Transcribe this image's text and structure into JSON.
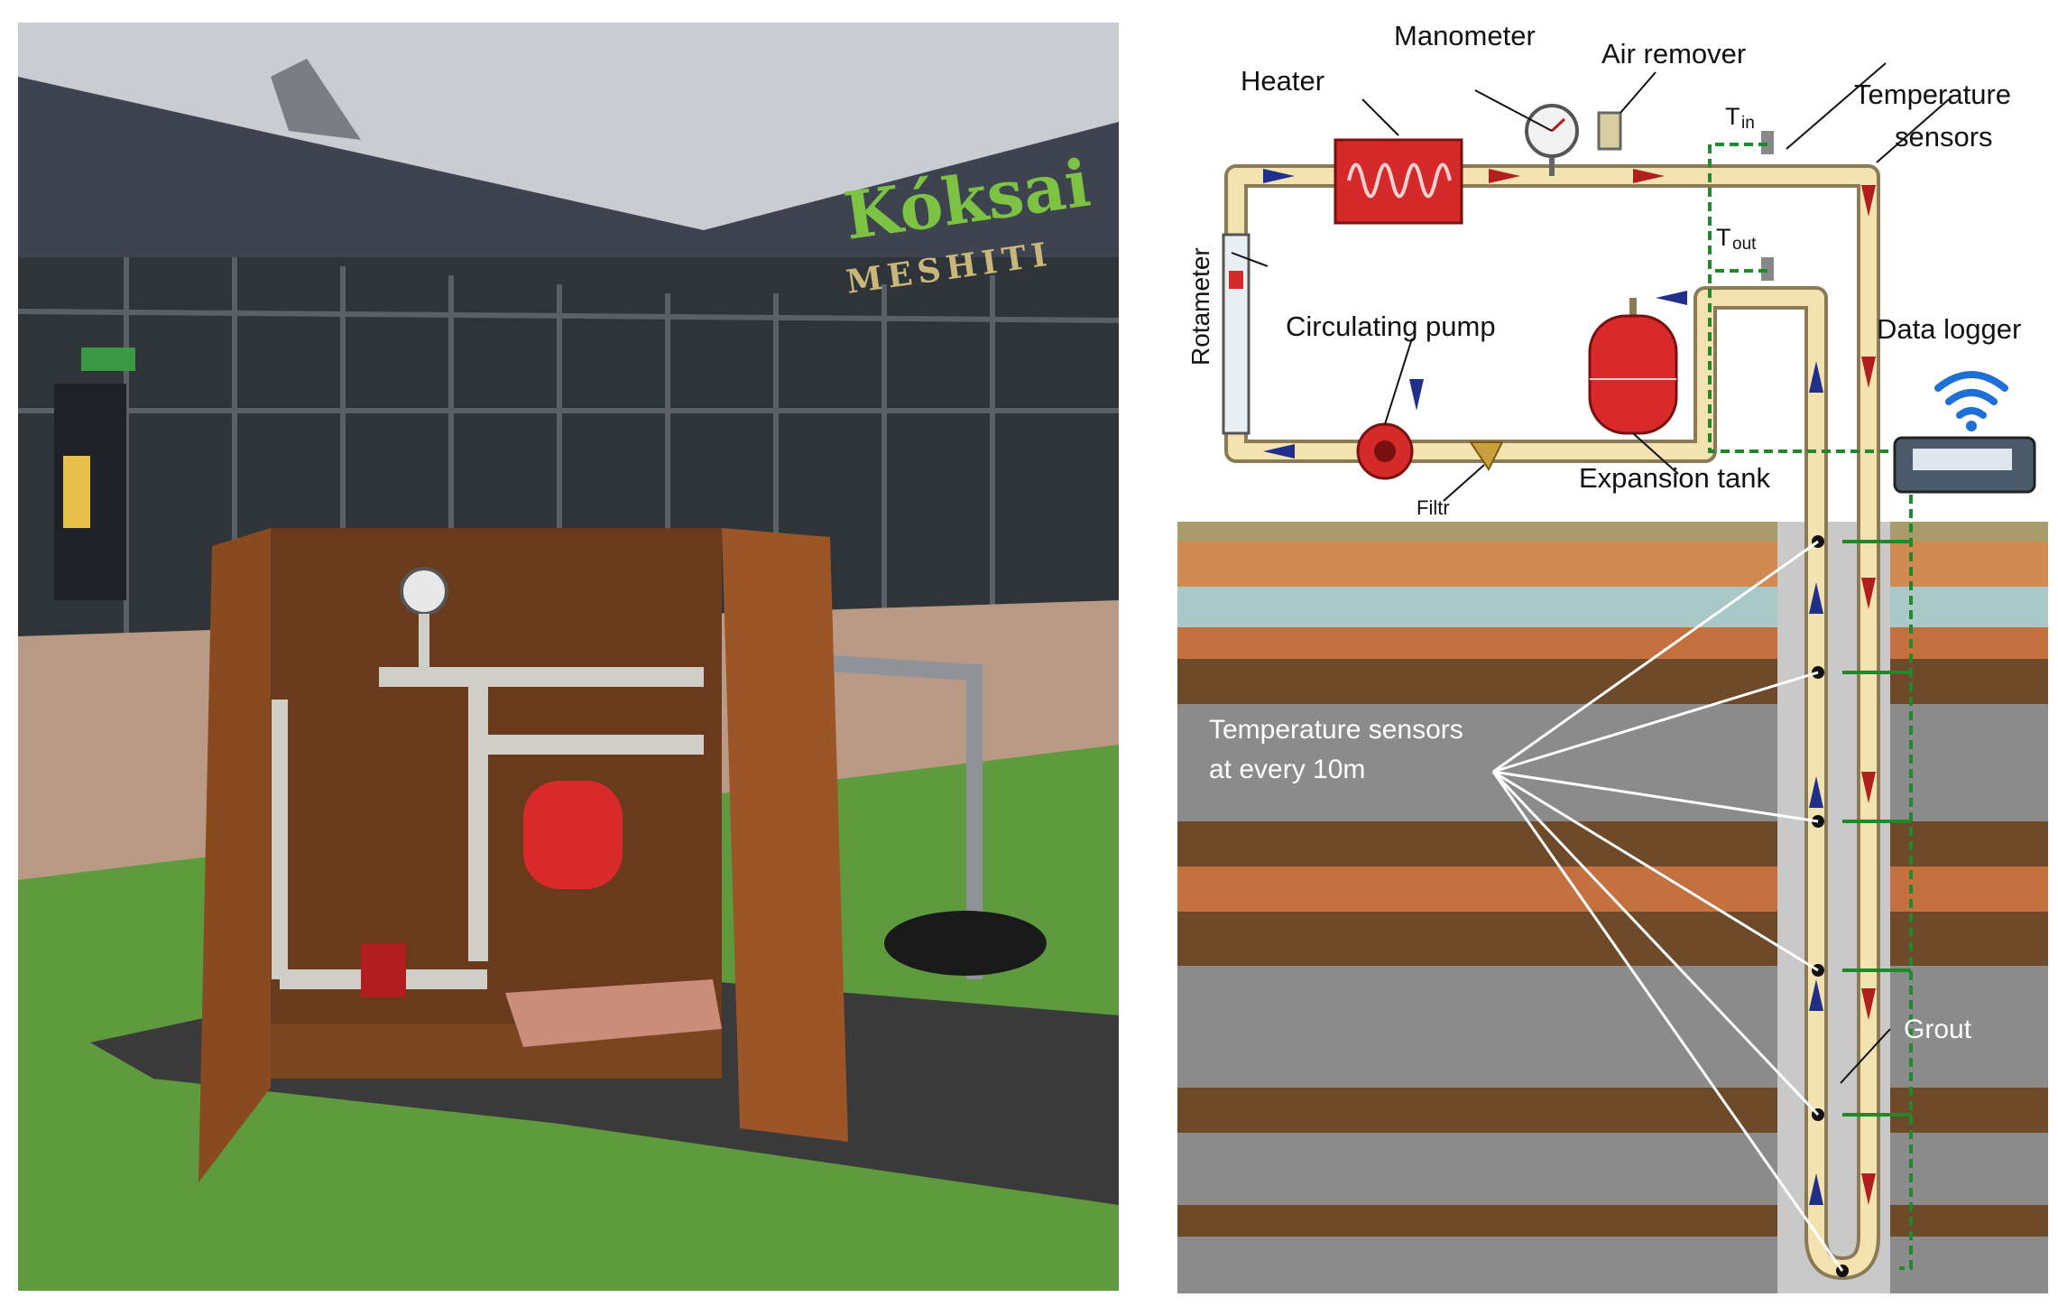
{
  "photo": {
    "sign_main": "Kóksai",
    "sign_sub": "MESHITI"
  },
  "diagram": {
    "labels": {
      "manometer": "Manometer",
      "air_remover": "Air remover",
      "heater": "Heater",
      "temperature": "Temperature",
      "sensors": "sensors",
      "t_in_main": "T",
      "t_in_sub": "in",
      "t_out_main": "T",
      "t_out_sub": "out",
      "rotameter": "Rotameter",
      "circulating_pump": "Circulating pump",
      "data_logger": "Data logger",
      "expansion_tank": "Expansion tank",
      "filtr": "Filtr",
      "temp_sensors_line1": "Temperature sensors",
      "temp_sensors_line2": "at every 10m",
      "grout": "Grout"
    },
    "colors": {
      "pipe": "#f4e2b0",
      "pipe_edge": "#8a7a55",
      "heater": "#d42a2a",
      "tank": "#d82a2a",
      "arrow_down": "#b01e1e",
      "arrow_up": "#1f2f8a",
      "sensor_wire": "#1f8a2a",
      "wifi": "#1f6fd6",
      "grout": "#c9c9c9"
    }
  }
}
